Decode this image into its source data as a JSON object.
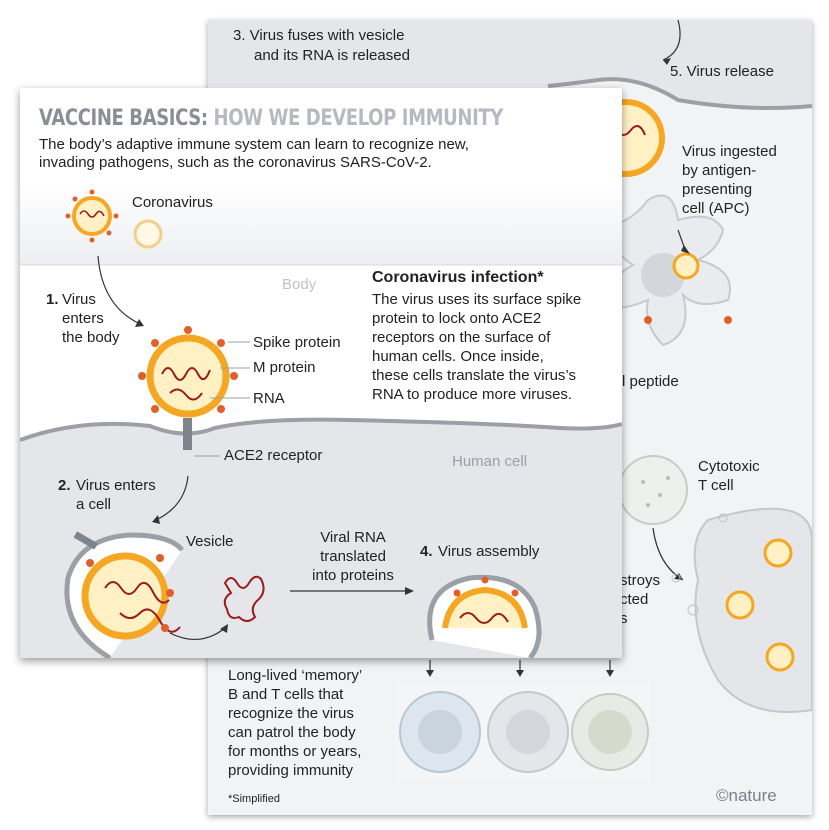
{
  "back_panel": {
    "step3": "3. Virus fuses with vesicle",
    "step3_line2": "and its RNA is released",
    "step5": "5. Virus release",
    "apc": "Virus ingested\nby antigen-\npresenting\ncell (APC)",
    "peptide": "l peptide",
    "cytotoxic": "Cytotoxic\nT cell",
    "destroys": "stroys\ncted\ns",
    "memory": "Long-lived ‘memory’\nB and T cells that\nrecognize the virus\ncan patrol the body\nfor months or years,\nproviding immunity",
    "footnote": "*Simplified",
    "logo": "©nature"
  },
  "front_panel": {
    "title_part1": "VACCINE BASICS:",
    "title_part2": "HOW WE DEVELOP IMMUNITY",
    "subtitle": "The body’s adaptive immune system can learn to recognize new,\ninvading pathogens, such as the coronavirus SARS-CoV-2.",
    "coronavirus_label": "Coronavirus",
    "body_label": "Body",
    "step1_num": "1.",
    "step1": "Virus\nenters\nthe body",
    "spike_label": "Spike protein",
    "m_protein_label": "M protein",
    "rna_label": "RNA",
    "infection_heading": "Coronavirus infection*",
    "infection_text": "The virus uses its surface spike\nprotein to lock onto ACE2\nreceptors on the surface of\nhuman cells. Once inside,\nthese cells translate the virus’s\nRNA to produce more viruses.",
    "ace2_label": "ACE2 receptor",
    "human_cell_label": "Human cell",
    "step2_num": "2.",
    "step2": "Virus enters\na cell",
    "vesicle_label": "Vesicle",
    "translated_label": "Viral RNA\ntranslated\ninto proteins",
    "step4_num": "4.",
    "step4": "Virus assembly"
  },
  "colors": {
    "virus_orange": "#f5a623",
    "virus_core": "#fff1c4",
    "spike_red": "#e0602a",
    "rna_red": "#9b1c1c",
    "membrane_grey": "#9aa0a6",
    "cell_fill": "#e4e6e9"
  }
}
